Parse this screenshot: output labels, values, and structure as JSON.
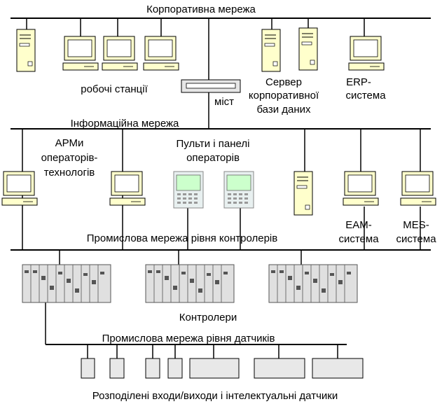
{
  "labels": {
    "corporate_network": "Корпоративна мережа",
    "workstations": "робочі станції",
    "bridge": "міст",
    "corp_db_server_line1": "Сервер",
    "corp_db_server_line2": "корпоративної",
    "corp_db_server_line3": "бази даних",
    "erp_line1": "ERP-",
    "erp_line2": "система",
    "information_network": "Інформаційна мережа",
    "arm_line1": "АРМи",
    "arm_line2": "операторів-",
    "arm_line3": "технологів",
    "panels_line1": "Пульти і панелі",
    "panels_line2": "операторів",
    "eam_line1": "EAM-",
    "eam_line2": "система",
    "mes_line1": "MES-",
    "mes_line2": "система",
    "controller_network": "Промислова мережа рівня контролерів",
    "controllers": "Контролери",
    "sensor_network": "Промислова мережа рівня датчиків",
    "distributed_io": "Розподілені входи/виходи і інтелектуальні датчики"
  },
  "colors": {
    "computer": "#ffffcc",
    "screen_panel": "#ccffcc",
    "controller": "#e0e0e0",
    "io_module": "#e8e8e8"
  }
}
